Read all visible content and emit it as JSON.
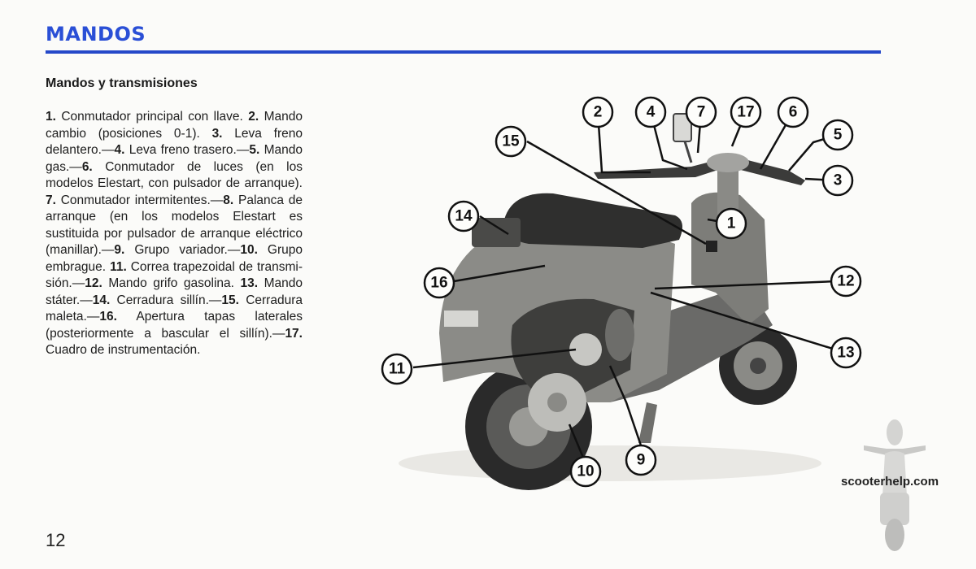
{
  "header": {
    "title": "MANDOS"
  },
  "section": {
    "subtitle": "Mandos y transmisiones"
  },
  "legend": [
    {
      "num": "1.",
      "text": " Conmutador principal con llave. "
    },
    {
      "num": "2.",
      "text": " Mando cambio (posiciones 0-1). "
    },
    {
      "num": "3.",
      "text": " Leva freno delantero.—"
    },
    {
      "num": "4.",
      "text": " Leva fre­no trasero.—"
    },
    {
      "num": "5.",
      "text": " Mando gas.—"
    },
    {
      "num": "6.",
      "text": " Con­mutador de luces (en los modelos Elestart, con pulsador de arranque). "
    },
    {
      "num": "7.",
      "text": " Conmutador intermitentes.—"
    },
    {
      "num": "8.",
      "text": " Pa­lanca de arranque (en los modelos Elestart es sustituida por pulsador de arranque eléctrico (manillar).—"
    },
    {
      "num": "9.",
      "text": " Gru­po variador.—"
    },
    {
      "num": "10.",
      "text": " Grupo embrague. "
    },
    {
      "num": "11.",
      "text": " Correa trapezoidal de transmi­sión.—"
    },
    {
      "num": "12.",
      "text": " Mando grifo gasolina. "
    },
    {
      "num": "13.",
      "text": " Mando státer.—"
    },
    {
      "num": "14.",
      "text": " Cerradura si­llín.—"
    },
    {
      "num": "15.",
      "text": " Cerradura maleta.—"
    },
    {
      "num": "16.",
      "text": " Apertura tapas laterales (posterior­mente a bascular el sillín).—"
    },
    {
      "num": "17.",
      "text": " Cua­dro de instrumentación."
    }
  ],
  "figure": {
    "callouts": [
      {
        "label": "1"
      },
      {
        "label": "2"
      },
      {
        "label": "3"
      },
      {
        "label": "4"
      },
      {
        "label": "5"
      },
      {
        "label": "6"
      },
      {
        "label": "7"
      },
      {
        "label": "9"
      },
      {
        "label": "10"
      },
      {
        "label": "11"
      },
      {
        "label": "12"
      },
      {
        "label": "13"
      },
      {
        "label": "14"
      },
      {
        "label": "15"
      },
      {
        "label": "16"
      },
      {
        "label": "17"
      }
    ]
  },
  "footer": {
    "page_number": "12",
    "watermark": "scooterhelp.com"
  }
}
